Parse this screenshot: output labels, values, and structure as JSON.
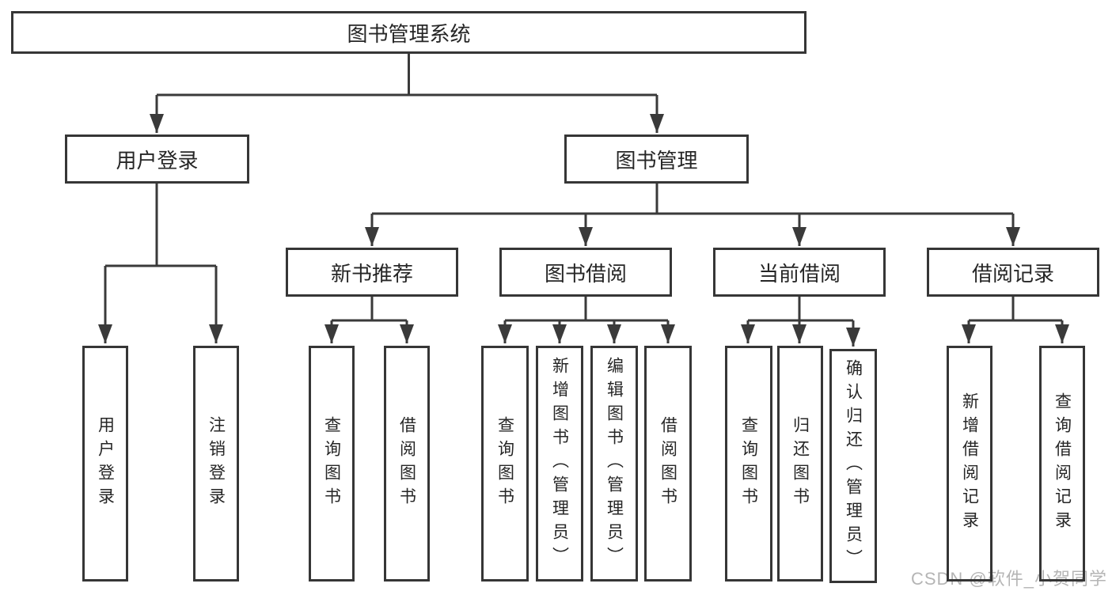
{
  "colors": {
    "background": "#ffffff",
    "line": "#3a3a3a",
    "box_border": "#363636",
    "box_text": "#262626",
    "watermark": "#b5b5b5"
  },
  "diagram": {
    "root": {
      "label": "图书管理系统",
      "children": [
        {
          "label": "用户登录",
          "children": [
            {
              "label": "用户登录"
            },
            {
              "label": "注销登录"
            }
          ]
        },
        {
          "label": "图书管理",
          "children": [
            {
              "label": "新书推荐",
              "children": [
                {
                  "label": "查询图书"
                },
                {
                  "label": "借阅图书"
                }
              ]
            },
            {
              "label": "图书借阅",
              "children": [
                {
                  "label": "查询图书"
                },
                {
                  "label": "新增图书（管理员）"
                },
                {
                  "label": "编辑图书（管理员）"
                },
                {
                  "label": "借阅图书"
                }
              ]
            },
            {
              "label": "当前借阅",
              "children": [
                {
                  "label": "查询图书"
                },
                {
                  "label": "归还图书"
                },
                {
                  "label": "确认归还（管理员）"
                }
              ]
            },
            {
              "label": "借阅记录",
              "children": [
                {
                  "label": "新增借阅记录"
                },
                {
                  "label": "查询借阅记录"
                }
              ]
            }
          ]
        }
      ]
    }
  },
  "watermark": {
    "text": "CSDN @软件_小贺同学"
  }
}
